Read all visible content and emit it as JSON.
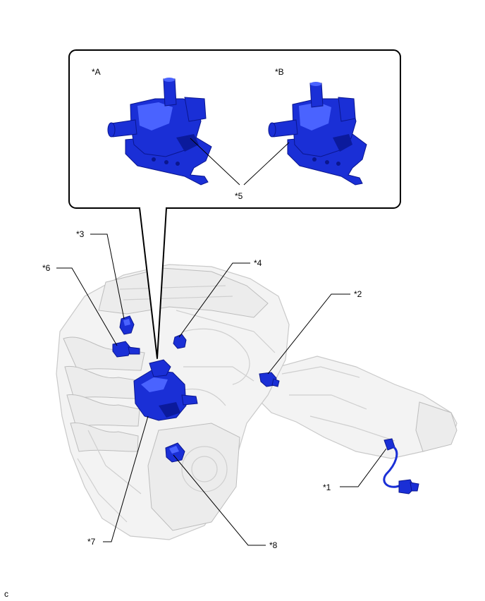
{
  "labels": {
    "view_a": "*A",
    "view_b": "*B",
    "part_1": "*1",
    "part_2": "*2",
    "part_3": "*3",
    "part_4": "*4",
    "part_5": "*5",
    "part_6": "*6",
    "part_7": "*7",
    "part_8": "*8"
  },
  "footer_code": "c",
  "colors": {
    "part": "#1a2fd6",
    "engine": "#f3f3f3",
    "leader": "#000000"
  }
}
